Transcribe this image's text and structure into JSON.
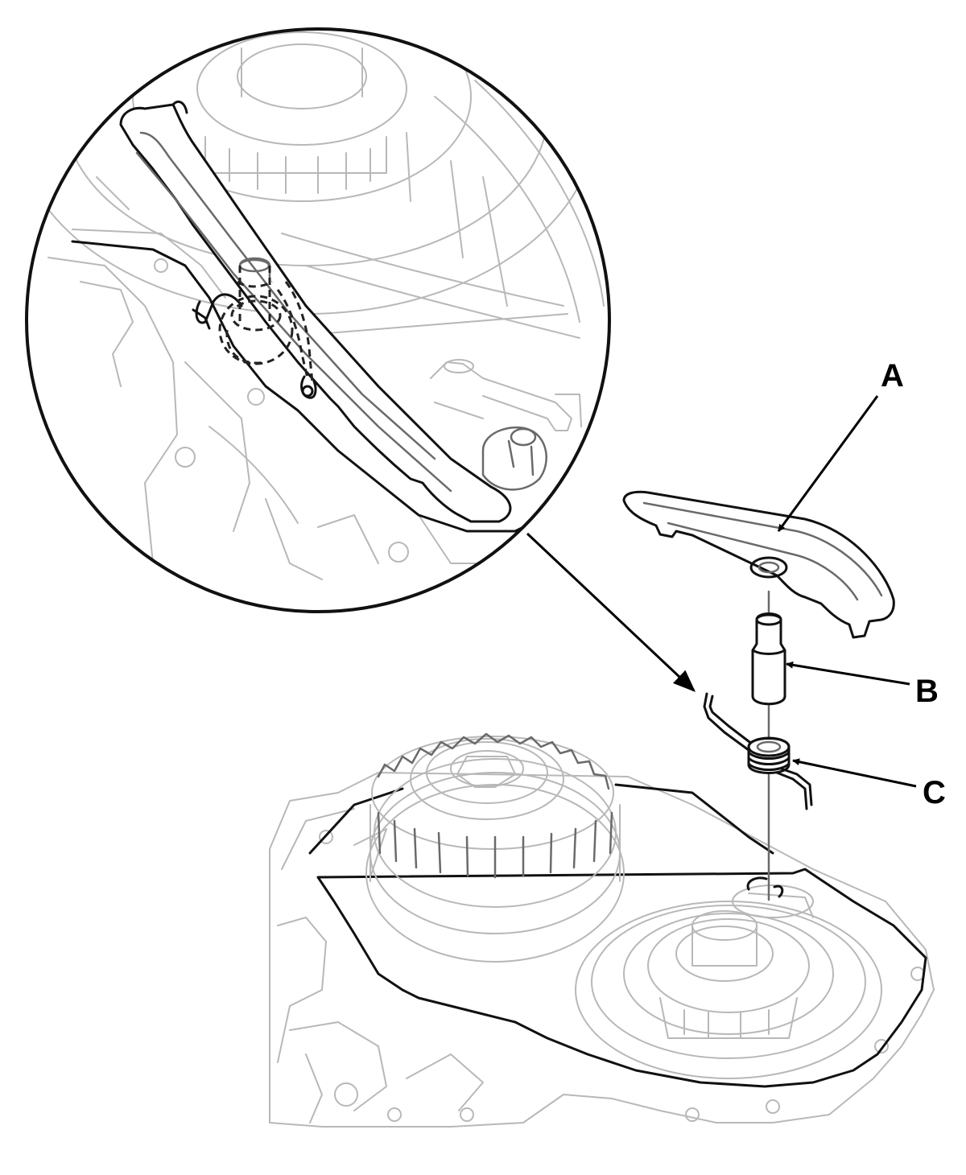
{
  "callouts": {
    "a": "A",
    "b": "B",
    "c": "C"
  },
  "colors": {
    "line_dark": "#111111",
    "line_light": "#b8b8b8",
    "background": "#ffffff"
  }
}
